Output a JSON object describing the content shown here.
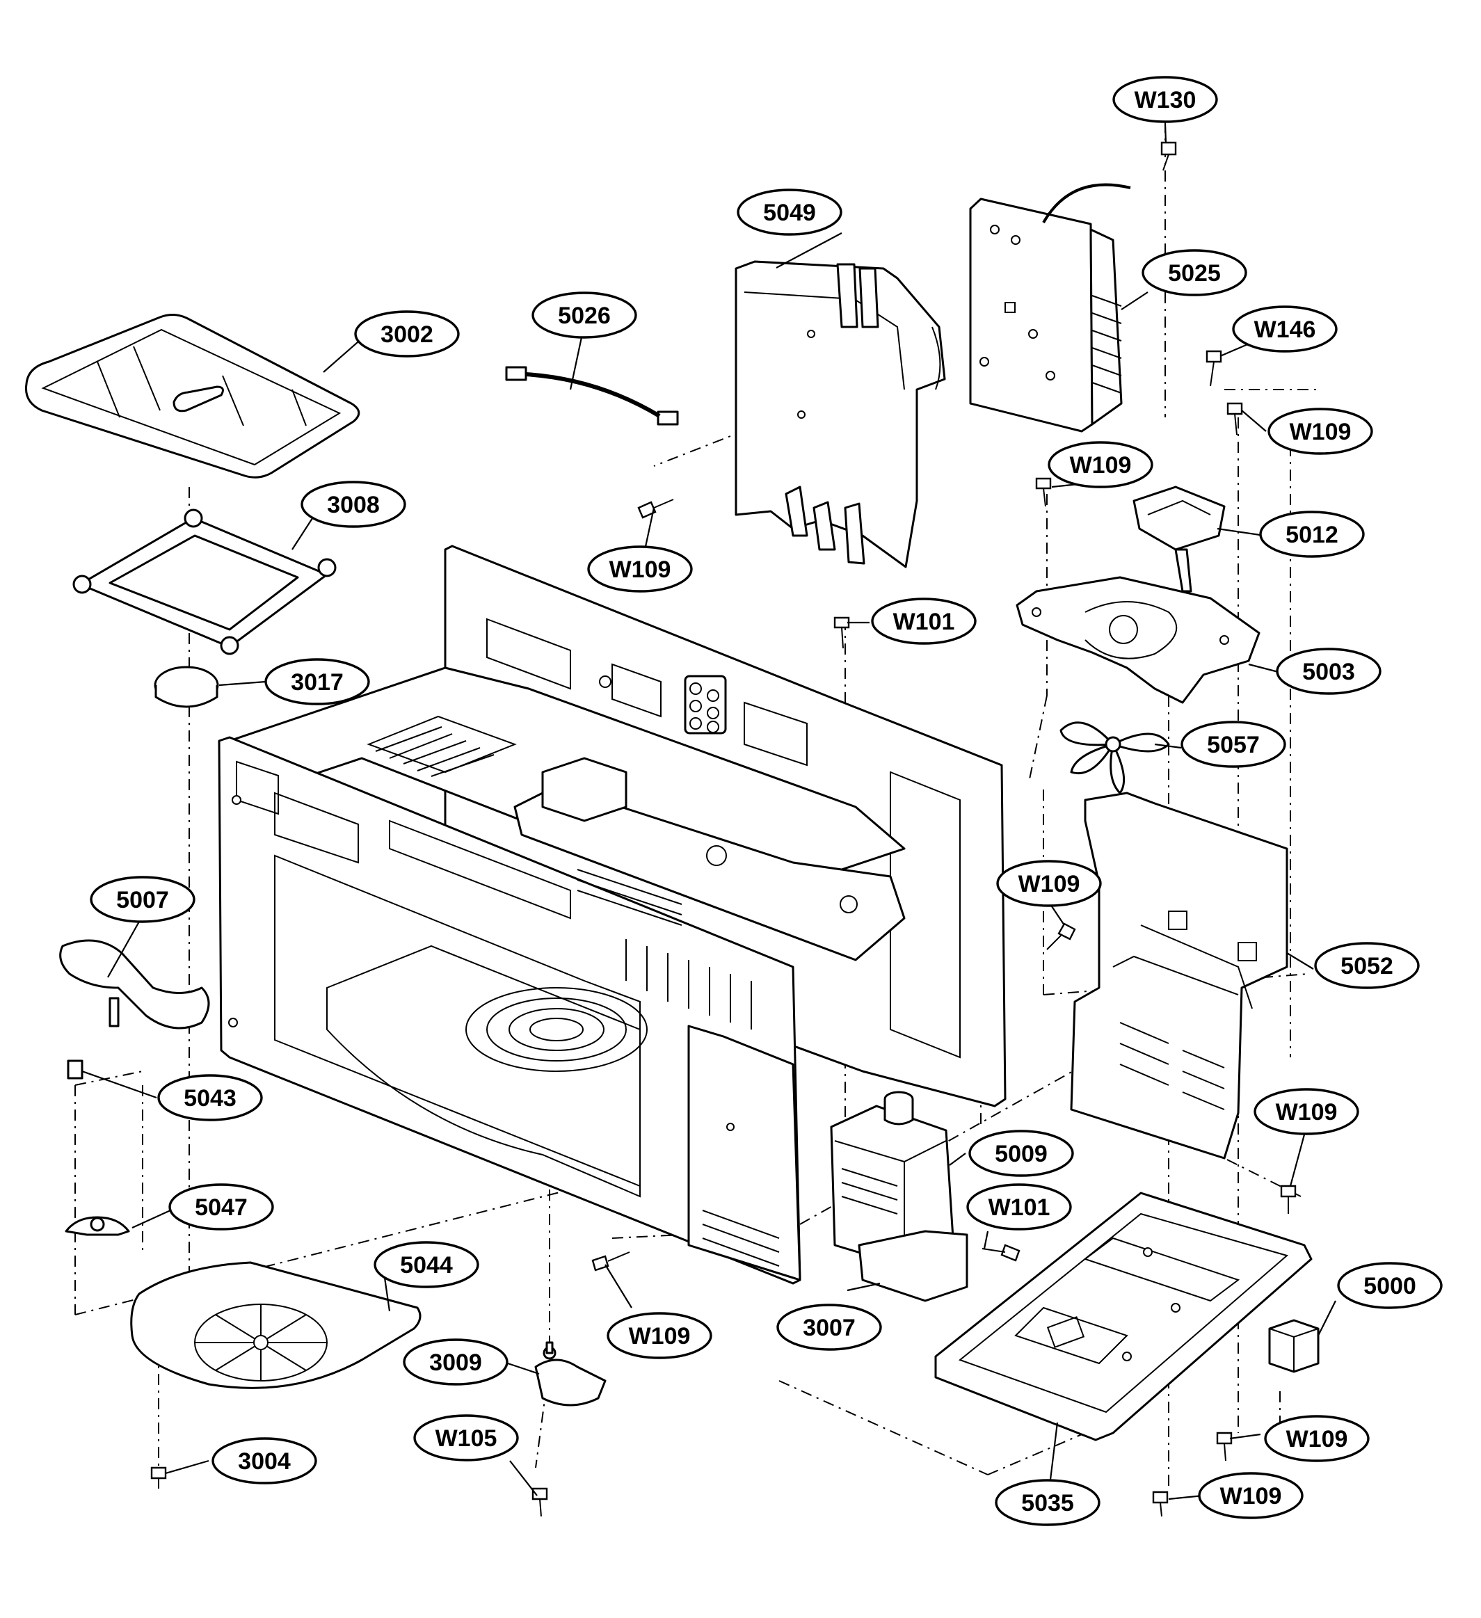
{
  "callouts": [
    {
      "id": "W130",
      "label": "W130"
    },
    {
      "id": "5049",
      "label": "5049"
    },
    {
      "id": "5025",
      "label": "5025"
    },
    {
      "id": "W146",
      "label": "W146"
    },
    {
      "id": "5026",
      "label": "5026"
    },
    {
      "id": "3002",
      "label": "3002"
    },
    {
      "id": "W109-a",
      "label": "W109"
    },
    {
      "id": "W109-b",
      "label": "W109"
    },
    {
      "id": "W109-c",
      "label": "W109"
    },
    {
      "id": "5012",
      "label": "5012"
    },
    {
      "id": "3008",
      "label": "3008"
    },
    {
      "id": "W101-a",
      "label": "W101"
    },
    {
      "id": "5003",
      "label": "5003"
    },
    {
      "id": "3017",
      "label": "3017"
    },
    {
      "id": "5057",
      "label": "5057"
    },
    {
      "id": "5007",
      "label": "5007"
    },
    {
      "id": "W109-d",
      "label": "W109"
    },
    {
      "id": "5052",
      "label": "5052"
    },
    {
      "id": "5043",
      "label": "5043"
    },
    {
      "id": "W109-e",
      "label": "W109"
    },
    {
      "id": "5009",
      "label": "5009"
    },
    {
      "id": "5047",
      "label": "5047"
    },
    {
      "id": "W101-b",
      "label": "W101"
    },
    {
      "id": "5044",
      "label": "5044"
    },
    {
      "id": "5000",
      "label": "5000"
    },
    {
      "id": "3007",
      "label": "3007"
    },
    {
      "id": "W109-f",
      "label": "W109"
    },
    {
      "id": "3009",
      "label": "3009"
    },
    {
      "id": "W105",
      "label": "W105"
    },
    {
      "id": "W109-g",
      "label": "W109"
    },
    {
      "id": "3004",
      "label": "3004"
    },
    {
      "id": "5035",
      "label": "5035"
    },
    {
      "id": "W109-h",
      "label": "W109"
    }
  ]
}
